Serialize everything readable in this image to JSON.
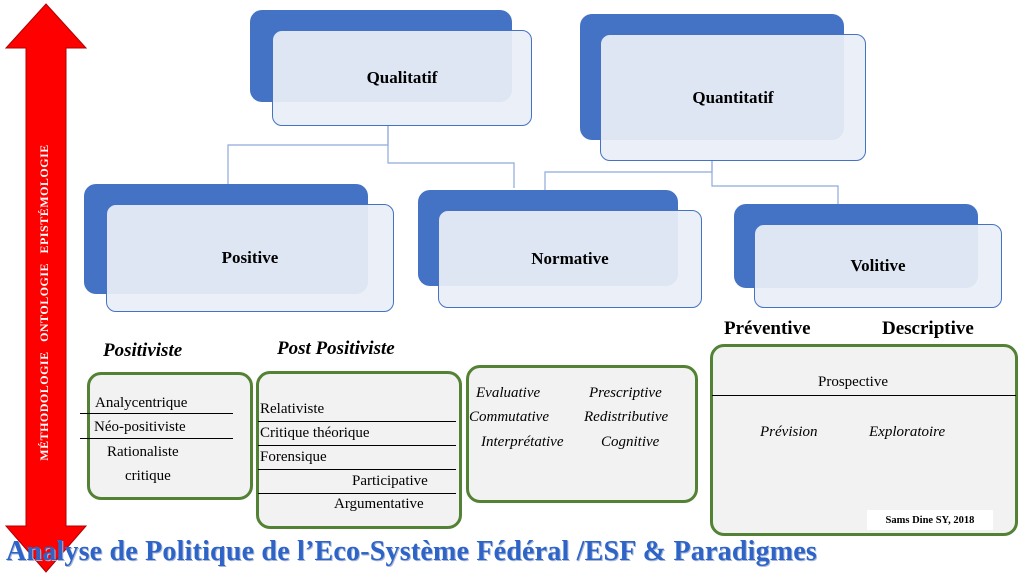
{
  "arrow": {
    "label": "MÉTHODOLOGIE ONTOLOGIE EPISTÉMOLOGIE",
    "color": "#ff0000"
  },
  "top_nodes": {
    "qualitatif": "Qualitatif",
    "quantitatif": "Quantitatif"
  },
  "mid_nodes": {
    "positive": "Positive",
    "normative": "Normative",
    "volitive": "Volitive"
  },
  "categories": {
    "positiviste": {
      "title": "Positiviste",
      "items": [
        "Analycentrique",
        "Néo-positiviste",
        "Rationaliste",
        "critique"
      ]
    },
    "post_positiviste": {
      "title": "Post Positiviste",
      "items": [
        "Relativiste",
        "Critique théorique",
        "Forensique",
        "Participative",
        "Argumentative"
      ]
    },
    "normative_box": {
      "items": [
        "Evaluative",
        "Prescriptive",
        "Commutative",
        "Redistributive",
        "Interprétative",
        "Cognitive"
      ]
    },
    "volitive_box": {
      "title_left": "Préventive",
      "title_right": "Descriptive",
      "items": [
        "Prospective",
        "Prévision",
        "Exploratoire"
      ]
    }
  },
  "credit": "Sams Dine SY, 2018",
  "title": "Analyse de Politique de l’Eco-Système Fédéral /ESF & Paradigmes",
  "colors": {
    "node_back": "#4472c4",
    "node_front": "#e9eff8",
    "green_border": "#548235",
    "title": "#2e64c8"
  }
}
